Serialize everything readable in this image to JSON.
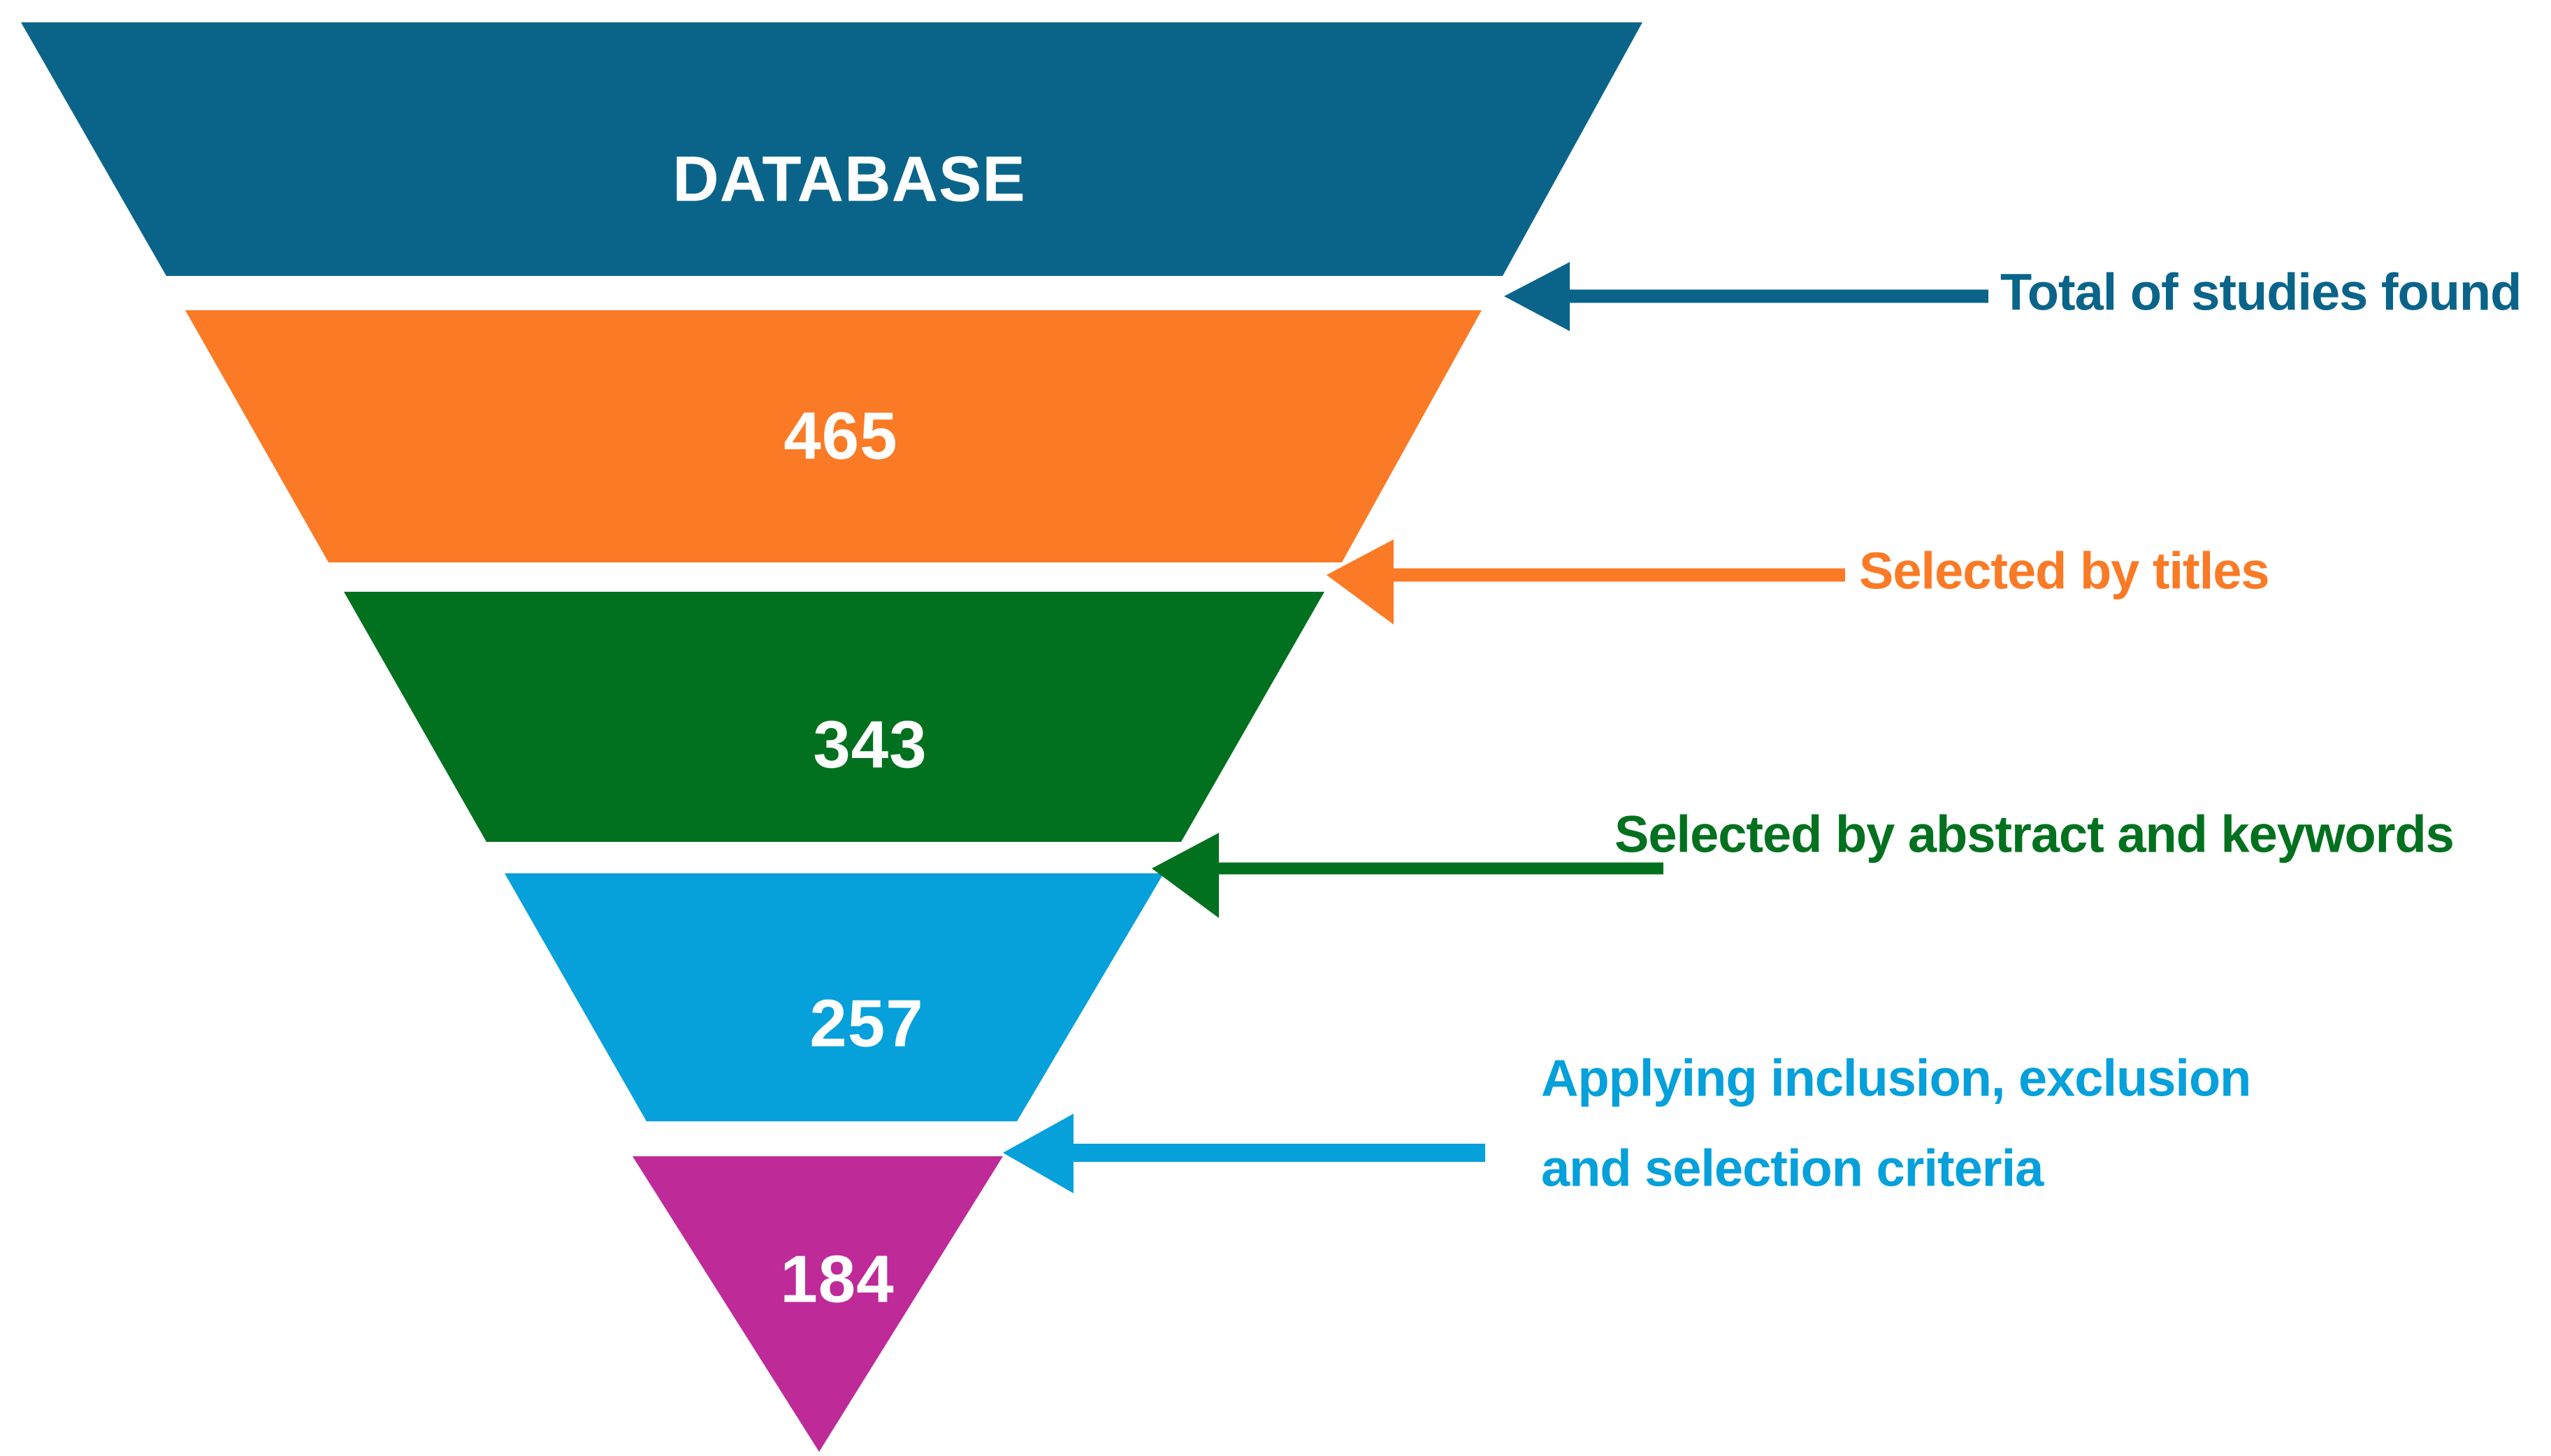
{
  "diagram": {
    "title": "Study selection funnel",
    "background_color": "#ffffff",
    "type": "funnel"
  },
  "chart_data": {
    "type": "funnel",
    "title": "",
    "stages": [
      {
        "label": "DATABASE",
        "value": "",
        "value_number": null,
        "color": "#0A6489",
        "callout": "Total of studies found"
      },
      {
        "label": "",
        "value": "465",
        "value_number": 465,
        "color": "#FB7A26",
        "callout": "Selected  by titles"
      },
      {
        "label": "",
        "value": "343",
        "value_number": 343,
        "color": "#02711F",
        "callout": "Selected  by abstract and keywords"
      },
      {
        "label": "",
        "value": "257",
        "value_number": 257,
        "color": "#06A0DB",
        "callout": "Applying    inclusion,    exclusion and selection  criteria",
        "callout_line1": "Applying    inclusion,    exclusion",
        "callout_line2": "and selection  criteria"
      },
      {
        "label": "",
        "value": "184",
        "value_number": 184,
        "color": "#BF2A99",
        "callout": ""
      }
    ]
  },
  "segments": {
    "s0": {
      "text": "DATABASE",
      "color": "#0A6489"
    },
    "s1": {
      "text": "465",
      "color": "#FB7A26"
    },
    "s2": {
      "text": "343",
      "color": "#02711F"
    },
    "s3": {
      "text": "257",
      "color": "#06A0DB"
    },
    "s4": {
      "text": "184",
      "color": "#BF2A99"
    }
  },
  "callouts": {
    "c0": {
      "text": "Total of studies found",
      "color": "#0A6489"
    },
    "c1": {
      "text": "Selected  by titles",
      "color": "#FB7A26"
    },
    "c2": {
      "text": "Selected  by abstract and keywords",
      "color": "#02711F"
    },
    "c3_line1": {
      "text": "Applying    inclusion,    exclusion",
      "color": "#06A0DB"
    },
    "c3_line2": {
      "text": "and selection  criteria",
      "color": "#06A0DB"
    }
  }
}
